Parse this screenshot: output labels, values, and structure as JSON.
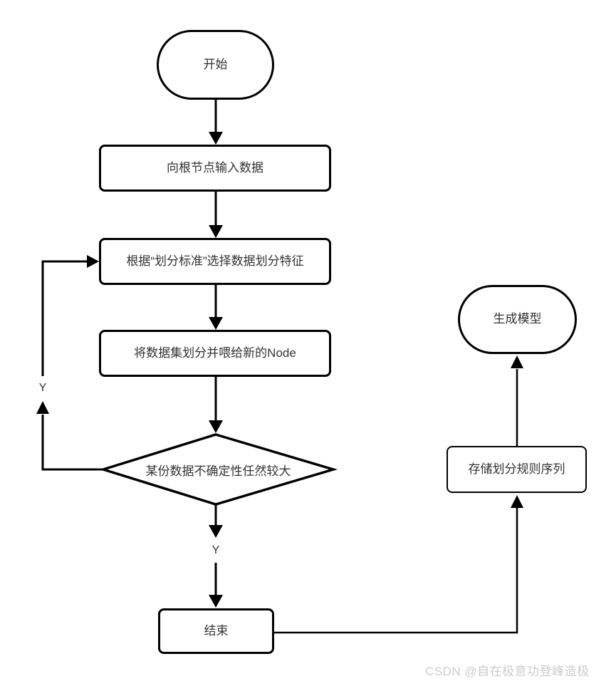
{
  "diagram": {
    "type": "flowchart",
    "colors": {
      "background": "#ffffff",
      "stroke": "#000000",
      "text": "#333333",
      "watermark_text": "#cccccc"
    },
    "nodes": [
      {
        "id": "start",
        "shape": "stadium",
        "label": "开始"
      },
      {
        "id": "input-data",
        "shape": "rect",
        "label": "向根节点输入数据"
      },
      {
        "id": "select-split-feature",
        "shape": "rect",
        "label": "根据“划分标准”选择数据划分特征"
      },
      {
        "id": "split-and-feed",
        "shape": "rect",
        "label": "将数据集划分并喂给新的Node"
      },
      {
        "id": "uncertainty-check",
        "shape": "diamond",
        "label": "某份数据不确定性任然较大"
      },
      {
        "id": "end",
        "shape": "rect",
        "label": "结束"
      },
      {
        "id": "store-rules",
        "shape": "rect",
        "label": "存储划分规则序列"
      },
      {
        "id": "generate-model",
        "shape": "stadium",
        "label": "生成模型"
      }
    ],
    "edge_labels": [
      {
        "id": "loop-back-label",
        "text": "Y"
      },
      {
        "id": "exit-down-label",
        "text": "Y"
      }
    ],
    "watermark": "CSDN @自在极意功登峰造极"
  }
}
